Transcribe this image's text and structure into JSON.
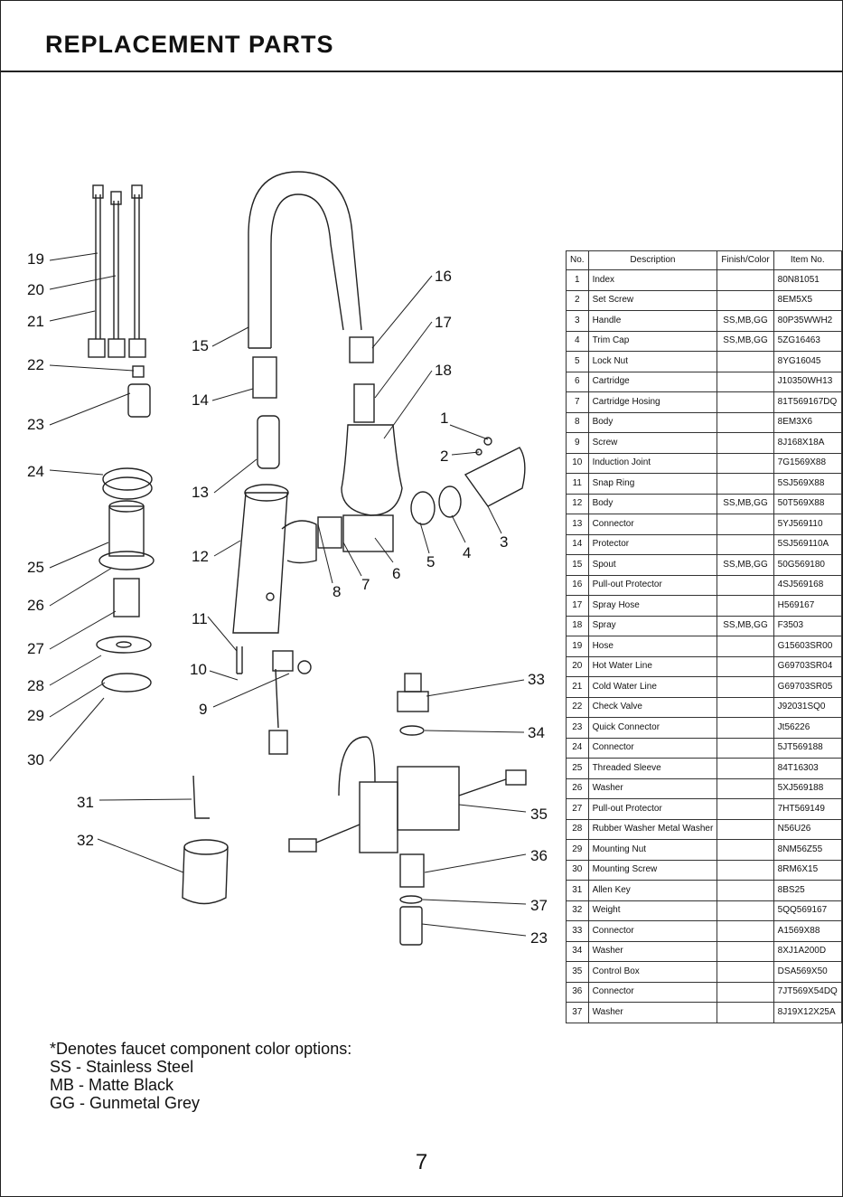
{
  "title": "REPLACEMENT PARTS",
  "callouts": [
    "19",
    "20",
    "21",
    "22",
    "23",
    "24",
    "25",
    "26",
    "27",
    "28",
    "29",
    "30",
    "31",
    "32",
    "15",
    "14",
    "13",
    "12",
    "11",
    "10",
    "9",
    "16",
    "17",
    "18",
    "1",
    "2",
    "3",
    "4",
    "5",
    "6",
    "7",
    "8",
    "33",
    "34",
    "35",
    "36",
    "37",
    "23"
  ],
  "table": {
    "headers": [
      "No.",
      "Description",
      "Finish/Color",
      "Item No."
    ],
    "rows": [
      [
        "1",
        "Index",
        "",
        "80N81051"
      ],
      [
        "2",
        "Set Screw",
        "",
        "8EM5X5"
      ],
      [
        "3",
        "Handle",
        "SS,MB,GG",
        "80P35WWH2"
      ],
      [
        "4",
        "Trim Cap",
        "SS,MB,GG",
        "5ZG16463"
      ],
      [
        "5",
        "Lock Nut",
        "",
        "8YG16045"
      ],
      [
        "6",
        "Cartridge",
        "",
        "J10350WH13"
      ],
      [
        "7",
        "Cartridge Hosing",
        "",
        "81T569167DQ"
      ],
      [
        "8",
        "Body",
        "",
        "8EM3X6"
      ],
      [
        "9",
        "Screw",
        "",
        "8J168X18A"
      ],
      [
        "10",
        "Induction Joint",
        "",
        "7G1569X88"
      ],
      [
        "11",
        "Snap Ring",
        "",
        "5SJ569X88"
      ],
      [
        "12",
        "Body",
        "SS,MB,GG",
        "50T569X88"
      ],
      [
        "13",
        "Connector",
        "",
        "5YJ569110"
      ],
      [
        "14",
        "Protector",
        "",
        "5SJ569110A"
      ],
      [
        "15",
        "Spout",
        "SS,MB,GG",
        "50G569180"
      ],
      [
        "16",
        "Pull-out Protector",
        "",
        "4SJ569168"
      ],
      [
        "17",
        "Spray Hose",
        "",
        "H569167"
      ],
      [
        "18",
        "Spray",
        "SS,MB,GG",
        "F3503"
      ],
      [
        "19",
        "Hose",
        "",
        "G15603SR00"
      ],
      [
        "20",
        "Hot Water Line",
        "",
        "G69703SR04"
      ],
      [
        "21",
        "Cold Water Line",
        "",
        "G69703SR05"
      ],
      [
        "22",
        "Check Valve",
        "",
        "J92031SQ0"
      ],
      [
        "23",
        "Quick Connector",
        "",
        "Jt56226"
      ],
      [
        "24",
        "Connector",
        "",
        "5JT569188"
      ],
      [
        "25",
        "Threaded Sleeve",
        "",
        "84T16303"
      ],
      [
        "26",
        "Washer",
        "",
        "5XJ569188"
      ],
      [
        "27",
        "Pull-out Protector",
        "",
        "7HT569149"
      ],
      [
        "28",
        "Rubber Washer Metal Washer",
        "",
        "N56U26"
      ],
      [
        "29",
        "Mounting Nut",
        "",
        "8NM56Z55"
      ],
      [
        "30",
        "Mounting Screw",
        "",
        "8RM6X15"
      ],
      [
        "31",
        "Allen Key",
        "",
        "8BS25"
      ],
      [
        "32",
        "Weight",
        "",
        "5QQ569167"
      ],
      [
        "33",
        "Connector",
        "",
        "A1569X88"
      ],
      [
        "34",
        "Washer",
        "",
        "8XJ1A200D"
      ],
      [
        "35",
        "Control Box",
        "",
        "DSA569X50"
      ],
      [
        "36",
        "Connector",
        "",
        "7JT569X54DQ"
      ],
      [
        "37",
        "Washer",
        "",
        "8J19X12X25A"
      ]
    ]
  },
  "notes": [
    "*Denotes faucet component color options:",
    "SS  - Stainless Steel",
    "MB - Matte Black",
    "GG - Gunmetal Grey"
  ],
  "page_number": "7"
}
